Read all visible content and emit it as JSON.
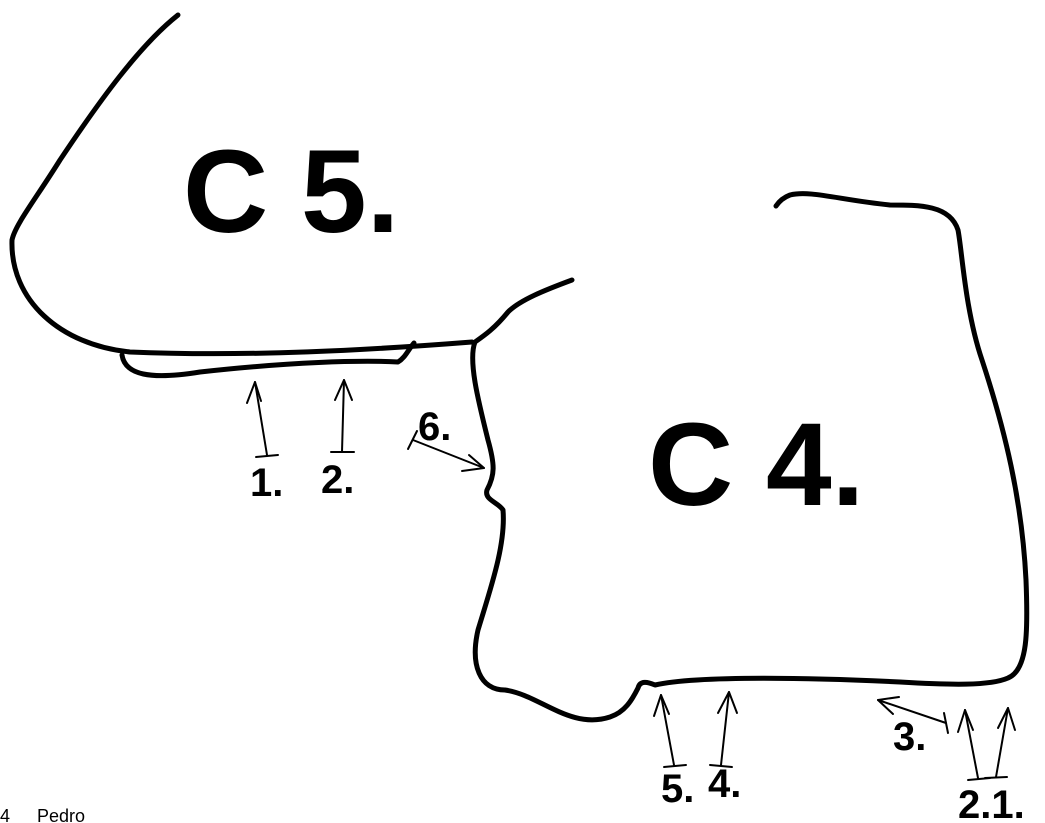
{
  "vertebrae": {
    "upper": "C 5.",
    "lower": "C 4."
  },
  "markers": {
    "m1": "1.",
    "m2": "2.",
    "m3": "3.",
    "m4": "4.",
    "m5": "5.",
    "m6": "6.",
    "m21": "2.1."
  },
  "footer": {
    "number": "4",
    "name": "Pedro"
  }
}
